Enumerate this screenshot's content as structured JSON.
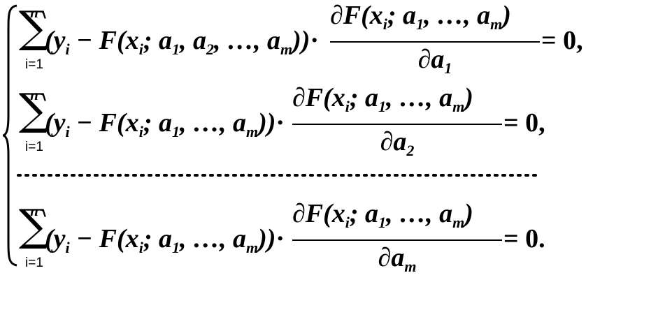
{
  "system": {
    "eq1": {
      "sum_top": "n",
      "sum_bottom": "i=1",
      "lhs": "(y i − F(x i ; a 1 , a 2 , …, a m ))·",
      "num": "∂F(x i ; a 1 , …, a m )",
      "den": "∂a 1",
      "rhs": "= 0,"
    },
    "eq2": {
      "sum_top": "n",
      "sum_bottom": "i=1",
      "lhs": "(y i − F(x i ; a 1 , …, a m ))·",
      "num": "∂F(x i ; a 1 , …, a m )",
      "den": "∂a 2",
      "rhs": "= 0,"
    },
    "dots": "………………………………………………………",
    "eq3": {
      "sum_top": "n",
      "sum_bottom": "i=1",
      "lhs": "(y i − F(x i ; a 1 , …, a m ))·",
      "num": "∂F(x i ; a 1 , …, a m )",
      "den": "∂a m",
      "rhs": "= 0."
    }
  }
}
